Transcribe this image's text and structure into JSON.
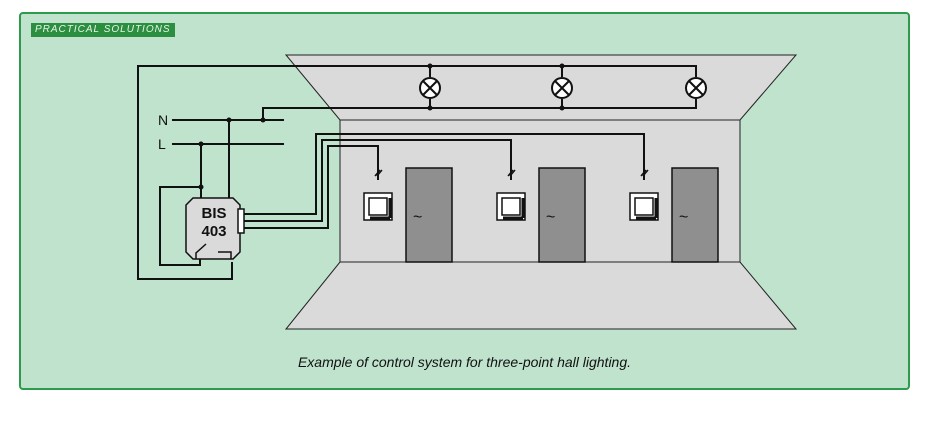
{
  "header": {
    "badge": "PRACTICAL SOLUTIONS"
  },
  "diagram": {
    "supply_n": "N",
    "supply_l": "L",
    "controller_line1": "BIS",
    "controller_line2": "403",
    "door_symbol": "~"
  },
  "caption": "Example of control system for three-point hall lighting."
}
